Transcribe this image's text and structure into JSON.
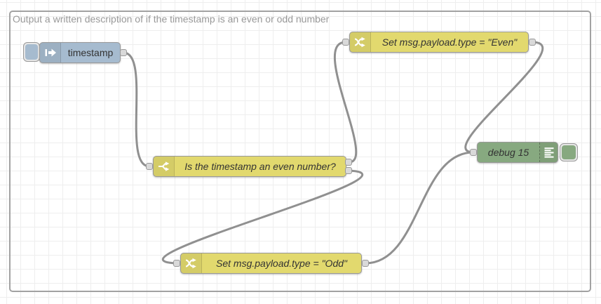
{
  "group": {
    "label": "Output a written description of if the timestamp is an even or odd number"
  },
  "nodes": {
    "inject": {
      "label": "timestamp",
      "icon": "inject-arrow-icon",
      "color": "#a6bbcf"
    },
    "switch": {
      "label": "Is the timestamp an even number?",
      "icon": "switch-fork-icon",
      "color": "#e2d96e",
      "outputs": 2
    },
    "change_even": {
      "label": "Set msg.payload.type = \"Even\"",
      "icon": "shuffle-icon",
      "color": "#e2d96e"
    },
    "change_odd": {
      "label": "Set msg.payload.type = \"Odd\"",
      "icon": "shuffle-icon",
      "color": "#e2d96e"
    },
    "debug": {
      "label": "debug 15",
      "icon": "debug-output-icon",
      "color": "#87a980"
    }
  },
  "colors": {
    "canvas_bg": "#ffffff",
    "grid_line": "#eeeeee",
    "group_border": "#a2a2a2",
    "group_label_text": "#999999",
    "wire": "#909090",
    "port_fill": "#d9d9d9",
    "port_border": "#999999",
    "node_label_text": "#333333",
    "inject_node": "#a6bbcf",
    "function_node": "#e2d96e",
    "debug_node": "#87a980"
  }
}
